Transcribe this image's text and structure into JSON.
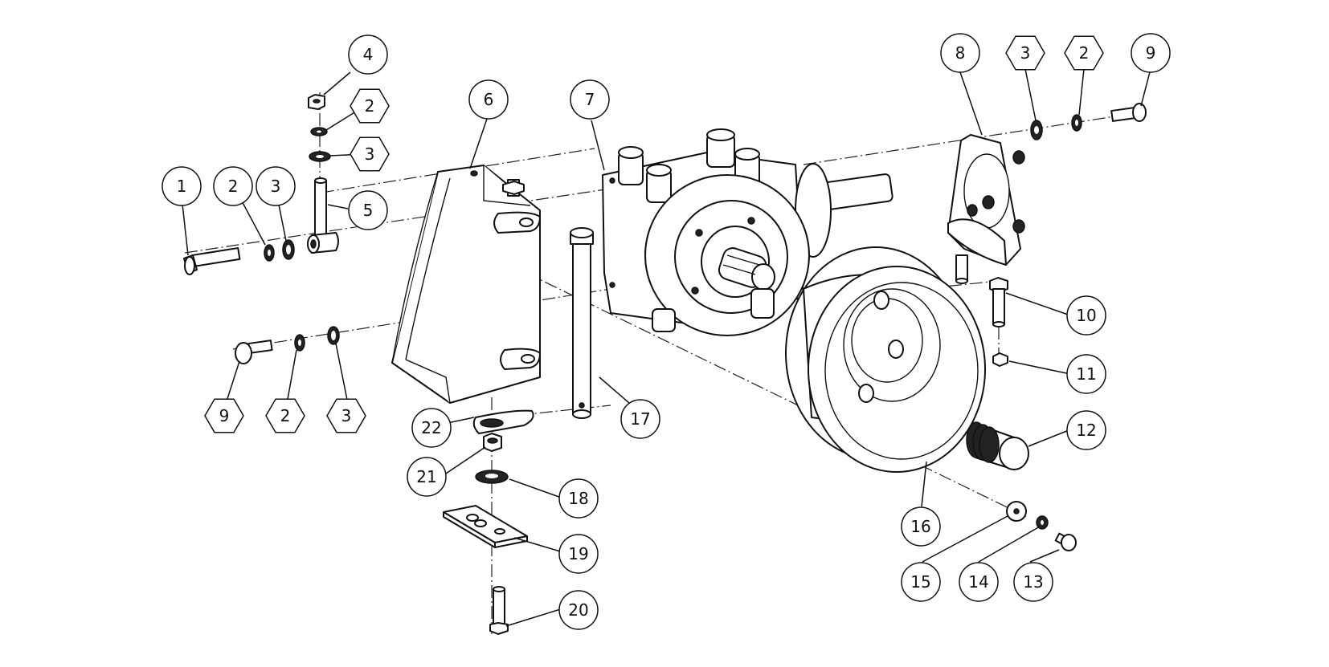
{
  "callouts": [
    {
      "id": "c1",
      "label": "1",
      "shape": "circle"
    },
    {
      "id": "c2a",
      "label": "2",
      "shape": "circle"
    },
    {
      "id": "c3a",
      "label": "3",
      "shape": "circle"
    },
    {
      "id": "c4",
      "label": "4",
      "shape": "circle"
    },
    {
      "id": "c2b",
      "label": "2",
      "shape": "hexagon"
    },
    {
      "id": "c3b",
      "label": "3",
      "shape": "hexagon"
    },
    {
      "id": "c5",
      "label": "5",
      "shape": "circle"
    },
    {
      "id": "c6",
      "label": "6",
      "shape": "circle"
    },
    {
      "id": "c7",
      "label": "7",
      "shape": "circle"
    },
    {
      "id": "c8",
      "label": "8",
      "shape": "circle"
    },
    {
      "id": "c3c",
      "label": "3",
      "shape": "hexagon"
    },
    {
      "id": "c2c",
      "label": "2",
      "shape": "hexagon"
    },
    {
      "id": "c9a",
      "label": "9",
      "shape": "circle"
    },
    {
      "id": "c10",
      "label": "10",
      "shape": "circle"
    },
    {
      "id": "c11",
      "label": "11",
      "shape": "circle"
    },
    {
      "id": "c12",
      "label": "12",
      "shape": "circle"
    },
    {
      "id": "c9b",
      "label": "9",
      "shape": "hexagon"
    },
    {
      "id": "c2d",
      "label": "2",
      "shape": "hexagon"
    },
    {
      "id": "c3d",
      "label": "3",
      "shape": "hexagon"
    },
    {
      "id": "c22",
      "label": "22",
      "shape": "circle"
    },
    {
      "id": "c17",
      "label": "17",
      "shape": "circle"
    },
    {
      "id": "c21",
      "label": "21",
      "shape": "circle"
    },
    {
      "id": "c18",
      "label": "18",
      "shape": "circle"
    },
    {
      "id": "c19",
      "label": "19",
      "shape": "circle"
    },
    {
      "id": "c20",
      "label": "20",
      "shape": "circle"
    },
    {
      "id": "c16",
      "label": "16",
      "shape": "circle"
    },
    {
      "id": "c15",
      "label": "15",
      "shape": "circle"
    },
    {
      "id": "c14",
      "label": "14",
      "shape": "circle"
    },
    {
      "id": "c13",
      "label": "13",
      "shape": "circle"
    }
  ]
}
